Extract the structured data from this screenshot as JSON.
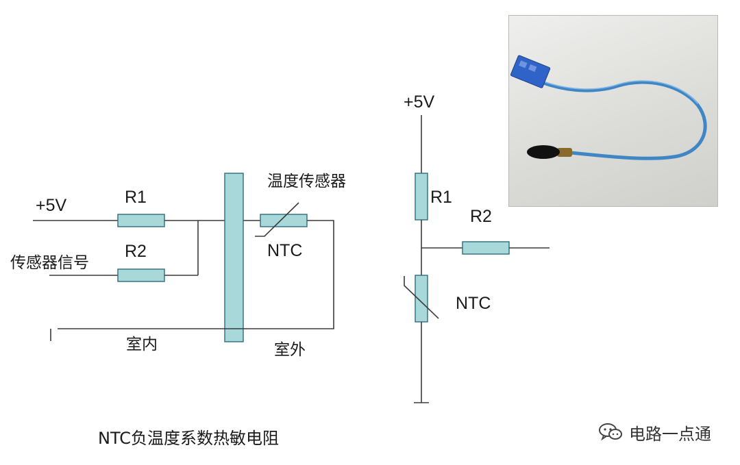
{
  "diagram": {
    "left_circuit": {
      "supply": "+5V",
      "r1": "R1",
      "r2": "R2",
      "sensor_signal": "传感器信号",
      "temp_sensor": "温度传感器",
      "ntc": "NTC",
      "indoor": "室内",
      "outdoor": "室外"
    },
    "right_circuit": {
      "supply": "+5V",
      "r1": "R1",
      "r2": "R2",
      "ntc": "NTC"
    },
    "caption": "NTC负温度系数热敏电阻"
  },
  "watermark": {
    "text": "电路一点通",
    "icon": "wechat-icon"
  },
  "colors": {
    "resistor_fill": "#a9d8da",
    "resistor_stroke": "#2d6b78",
    "wire": "#3a3a3a",
    "cable": "#3f86c4",
    "connector": "#2f63c8",
    "probe": "#111111"
  }
}
